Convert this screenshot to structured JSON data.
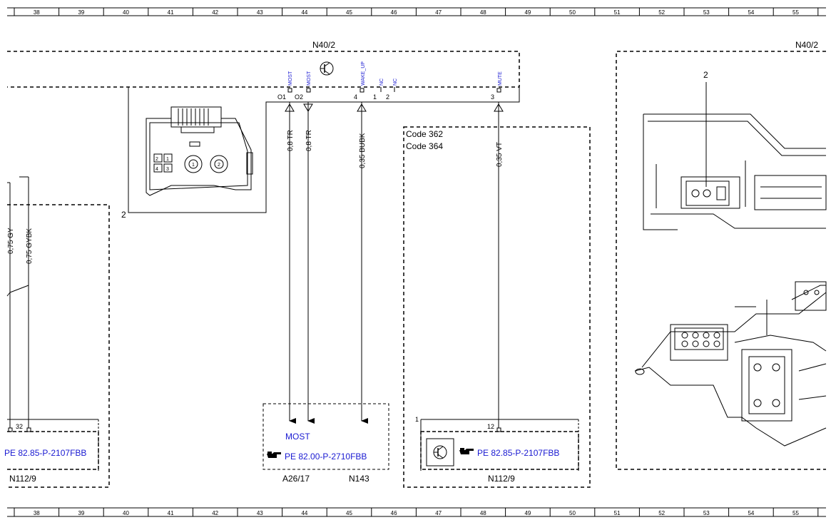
{
  "ruler": {
    "columns": [
      "38",
      "39",
      "40",
      "41",
      "42",
      "43",
      "44",
      "45",
      "46",
      "47",
      "48",
      "49",
      "50",
      "51",
      "52",
      "53",
      "54",
      "55"
    ]
  },
  "connector": {
    "title": "N40/2",
    "pins": [
      {
        "name": "MOST",
        "number": "O1"
      },
      {
        "name": "MOST",
        "number": "O2"
      },
      {
        "name": "WAKE_UP",
        "number": "4"
      },
      {
        "name": "NC",
        "number": "1"
      },
      {
        "name": "NC",
        "number": "2"
      },
      {
        "name": "MUTE",
        "number": "3"
      }
    ],
    "callout": "2"
  },
  "wires": [
    {
      "label": "0,8 TR"
    },
    {
      "label": "0,8 TR"
    },
    {
      "label": "0,35 BUBK"
    },
    {
      "label": "0,35 VT"
    },
    {
      "label": "0,75 GY"
    },
    {
      "label": "0,75 GYBK"
    }
  ],
  "code_box": {
    "line1": "Code 362",
    "line2": "Code 364"
  },
  "left_module": {
    "pin": "32",
    "ref": "PE 82.85-P-2107FBB",
    "name": "N112/9"
  },
  "center_module": {
    "most": "MOST",
    "ref": "PE 82.00-P-2710FBB",
    "name1": "A26/17",
    "name2": "N143"
  },
  "right_module": {
    "pin_a": "1",
    "pin_b": "12",
    "ref": "PE 82.85-P-2107FBB",
    "name": "N112/9"
  },
  "image_panel": {
    "title": "N40/2",
    "callout": "2"
  },
  "colors": {
    "line": "#000000",
    "link": "#1a1ad2"
  }
}
